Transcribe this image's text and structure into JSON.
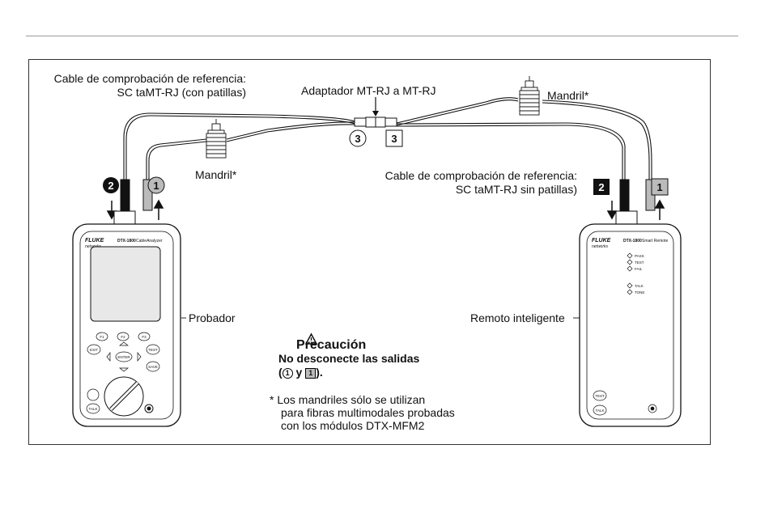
{
  "labels": {
    "ref_cable_left_line1": "Cable de comprobación de referencia:",
    "ref_cable_left_line2": "SC taMT-RJ (con patillas)",
    "adapter": "Adaptador MT-RJ a MT-RJ",
    "mandrel_right": "Mandril*",
    "mandrel_left": "Mandril*",
    "ref_cable_right_line1": "Cable de comprobación de referencia:",
    "ref_cable_right_line2": "SC taMT-RJ sin patillas)",
    "tester": "Probador",
    "smart_remote": "Remoto inteligente"
  },
  "markers": {
    "port2_left": "2",
    "port1_left": "1",
    "adapter_circle": "3",
    "adapter_square": "3",
    "port2_right": "2",
    "port1_right": "1"
  },
  "caution": {
    "title": "Precaución",
    "line1": "No desconecte las salidas",
    "open": "(",
    "circle_num": "1",
    "y": " y ",
    "square_num": "1",
    "close": ")."
  },
  "note": {
    "asterisk": "*",
    "line1": "Los mandriles sólo se utilizan",
    "line2": "para fibras multimodales probadas",
    "line3": "con los módulos DTX-MFM2"
  },
  "devices": {
    "tester_brand": "FLUKE",
    "tester_subbrand": "networks",
    "tester_model": "DTX-1800",
    "tester_model_desc": "CableAnalyzer",
    "remote_brand": "FLUKE",
    "remote_subbrand": "networks",
    "remote_model": "DTX-1800",
    "remote_model_desc": "Smart Remote",
    "remote_leds": [
      "PASS",
      "TEST",
      "FAIL",
      "TALK",
      "TONE"
    ],
    "keys": {
      "f1": "F1",
      "f2": "F2",
      "f3": "F3",
      "exit": "EXIT",
      "test": "TEST",
      "enter": "ENTER",
      "save": "SAVE",
      "talk": "TALK",
      "remote_test": "TEST",
      "remote_talk": "TALK"
    }
  },
  "colors": {
    "line": "#111111",
    "device_fill": "#ffffff",
    "screen_fill": "#e8e8e8",
    "marker_gray": "#bbbbbb"
  }
}
